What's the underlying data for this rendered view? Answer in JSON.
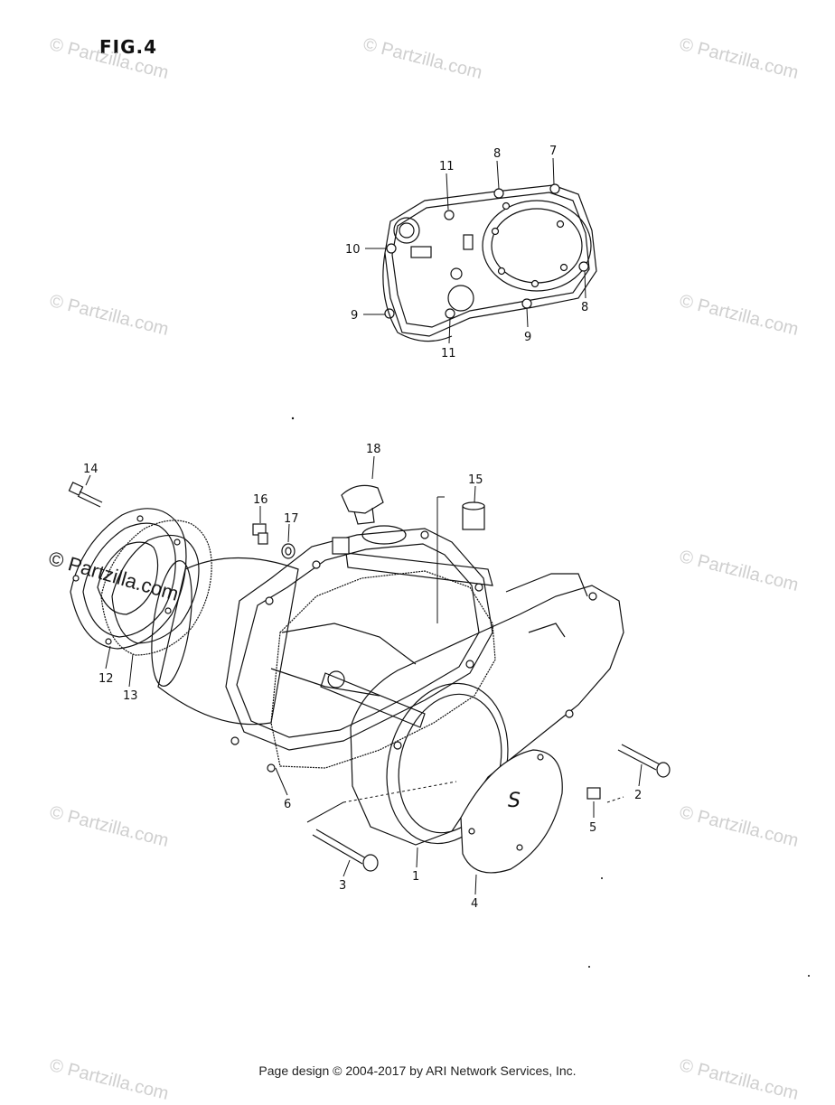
{
  "figure": {
    "title": "FIG.4"
  },
  "watermarks": [
    {
      "text": "© Partzilla.com",
      "style": "faint"
    },
    {
      "text": "© Partzilla.com",
      "style": "faint"
    },
    {
      "text": "© Partzilla.com",
      "style": "faint"
    },
    {
      "text": "© Partzilla.com",
      "style": "faint"
    },
    {
      "text": "© Partzilla.com",
      "style": "faint"
    },
    {
      "text": "© Partzilla.com",
      "style": "strong"
    },
    {
      "text": "© Partzilla.com",
      "style": "faint"
    },
    {
      "text": "© Partzilla.com",
      "style": "faint"
    },
    {
      "text": "© Partzilla.com",
      "style": "faint"
    },
    {
      "text": "© Partzilla.com",
      "style": "faint"
    },
    {
      "text": "© Partzilla.com",
      "style": "faint"
    }
  ],
  "callouts": {
    "top": [
      "11",
      "8",
      "7",
      "10",
      "9",
      "11",
      "9",
      "8"
    ],
    "main": [
      "14",
      "18",
      "15",
      "16",
      "17",
      "12",
      "13",
      "6",
      "2",
      "5",
      "3",
      "1",
      "4"
    ]
  },
  "footer": {
    "text": "Page design © 2004-2017 by ARI Network Services, Inc."
  }
}
